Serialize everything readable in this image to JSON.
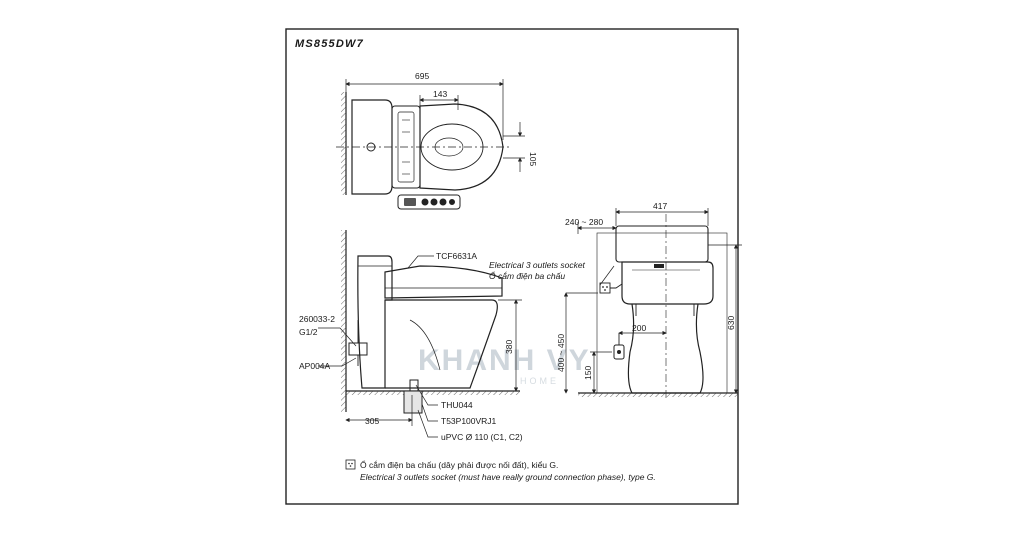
{
  "drawing": {
    "model": "MS855DW7",
    "watermark": "KHANH VY",
    "watermark_sub": "HOME"
  },
  "top_view": {
    "dim_total_width": "695",
    "dim_seat": "143",
    "dim_depth": "105"
  },
  "side_view": {
    "seat_part": "TCF6631A",
    "valve_part": "260033-2",
    "valve_thread": "G1/2",
    "supply_part": "AP004A",
    "height": "380",
    "rough_in": "305",
    "flange_part": "THU044",
    "trap_part": "T53P100VRJ1",
    "pipe_spec": "uPVC Ø 110 (C1, C2)"
  },
  "front_view": {
    "dim_offset": "240 ~ 280",
    "dim_width": "417",
    "socket_label_en": "Electrical 3 outlets socket",
    "socket_label_vi": "Ổ cắm điện ba chấu",
    "dim_inlet_range": "400 ~ 450",
    "dim_inlet_offset": "200",
    "dim_inlet_base": "150",
    "dim_height": "630"
  },
  "notes": {
    "legend_vi": "Ổ cắm điện ba chấu (dây phải được nối đất), kiểu G.",
    "legend_en": "Electrical 3 outlets socket (must have really ground connection phase), type G."
  }
}
